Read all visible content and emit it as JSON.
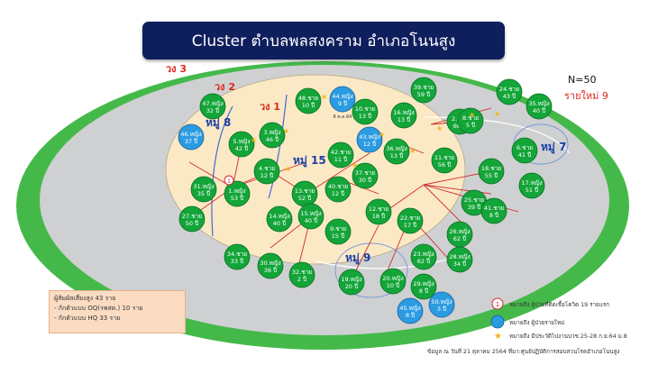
{
  "title": "Cluster ตำบลพลสงคราม อำเภอโนนสูง",
  "rings": {
    "r3": "วง 3",
    "r2": "วง 2",
    "r1": "วง 1"
  },
  "villages": {
    "m8": "หมู่ 8",
    "m15": "หมู่ 15",
    "m7": "หมู่ 7",
    "m9": "หมู่ 9"
  },
  "stats": {
    "n": "N=50",
    "new": "รายใหม่ 9"
  },
  "risk_box": {
    "title": "ผู้สัมผัสเสี่ยงสูง 43 ราย",
    "line1": "-    กักตัวแบบ OQ(รพสต.) 10 ราย",
    "line2": "-    กักตัวแบบ HQ 33 ราย"
  },
  "legend": {
    "item1": "หมายถึง ผู้ป่วยที่ติดเชื้อโควิด 19 รายแรก",
    "item2": "หมายถึง ผู้ป่วยรายใหม่",
    "item3": "หมายถึง มีประวัติไปงานบวช 25-28 ก.ย.64 ม.8"
  },
  "source": "ข้อมูล ณ วันที่ 21 ตุลาคม 2564 ที่มา:ศูนย์ปฏิบัติการสอบสวนโรคอำเภอโนนสูง",
  "index_case": "1",
  "colors": {
    "green": "#13a538",
    "blue": "#2b9be2",
    "outer": "#44b94a",
    "ring2": "#cfd0d2",
    "ring1": "#fbe9c5",
    "title_bg": "#0f1e5c"
  },
  "cases": [
    {
      "top": "44.หญิง",
      "bottom": "9 ปี",
      "sub": "8 ต.ค.64",
      "c": "b"
    },
    {
      "top": "39.ชาย",
      "bottom": "59 ปี",
      "sub": "",
      "c": "g"
    },
    {
      "top": "24.ชาย",
      "bottom": "43 ปี",
      "sub": "",
      "c": "g"
    },
    {
      "top": "35.หญิง",
      "bottom": "40 ปี",
      "sub": "",
      "c": "g"
    },
    {
      "top": "48.ชาย",
      "bottom": "10 ปี",
      "sub": "",
      "c": "g"
    },
    {
      "top": "47.หญิง",
      "bottom": "32 ปี",
      "sub": "",
      "c": "g"
    },
    {
      "top": "46.หญิง",
      "bottom": "37 ปี",
      "sub": "",
      "c": "b"
    },
    {
      "top": "10.ชาย",
      "bottom": "13 ปี",
      "sub": "",
      "c": "g"
    },
    {
      "top": "16.หญิง",
      "bottom": "13 ปี",
      "sub": "",
      "c": "g"
    },
    {
      "top": "2.ชาย",
      "bottom": "66 ปี",
      "sub": "",
      "c": "g"
    },
    {
      "top": "6.ชาย",
      "bottom": "41 ปี",
      "sub": "",
      "c": "g"
    },
    {
      "top": "5.หญิง",
      "bottom": "42 ปี",
      "sub": "",
      "c": "g"
    },
    {
      "top": "3.หญิง",
      "bottom": "46 ปี",
      "sub": "",
      "c": "g"
    },
    {
      "top": "8.ชาย",
      "bottom": "5 ปี",
      "sub": "",
      "c": "g"
    },
    {
      "top": "4.ชาย",
      "bottom": "12 ปี",
      "sub": "",
      "c": "g"
    },
    {
      "top": "42.ชาย",
      "bottom": "11 ปี",
      "sub": "",
      "c": "g"
    },
    {
      "top": "43.หญิง",
      "bottom": "12 ปี",
      "sub": "",
      "c": "b"
    },
    {
      "top": "36.หญิง",
      "bottom": "13 ปี",
      "sub": "",
      "c": "g"
    },
    {
      "top": "37.ชาย",
      "bottom": "30 ปี",
      "sub": "",
      "c": "g"
    },
    {
      "top": "11.ชาย",
      "bottom": "56 ปี",
      "sub": "",
      "c": "g"
    },
    {
      "top": "18.ชาย",
      "bottom": "55 ปี",
      "sub": "",
      "c": "g"
    },
    {
      "top": "17.หญิง",
      "bottom": "51 ปี",
      "sub": "",
      "c": "g"
    },
    {
      "top": "31.หญิง",
      "bottom": "35 ปี",
      "sub": "",
      "c": "g"
    },
    {
      "top": "1.หญิง",
      "bottom": "53 ปี",
      "sub": "",
      "c": "g"
    },
    {
      "top": "13.ชาย",
      "bottom": "52 ปี",
      "sub": "",
      "c": "g"
    },
    {
      "top": "40.ชาย",
      "bottom": "12 ปี",
      "sub": "",
      "c": "g"
    },
    {
      "top": "12.ชาย",
      "bottom": "18 ปี",
      "sub": "",
      "c": "g"
    },
    {
      "top": "25.ชาย",
      "bottom": "39 ปี",
      "sub": "",
      "c": "g"
    },
    {
      "top": "27.ชาย",
      "bottom": "50 ปี",
      "sub": "",
      "c": "g"
    },
    {
      "top": "15.หญิง",
      "bottom": "40 ปี",
      "sub": "",
      "c": "g"
    },
    {
      "top": "14.หญิง",
      "bottom": "40 ปี",
      "sub": "",
      "c": "g"
    },
    {
      "top": "9.ชาย",
      "bottom": "15 ปี",
      "sub": "",
      "c": "g"
    },
    {
      "top": "22.ชาย",
      "bottom": "17 ปี",
      "sub": "",
      "c": "g"
    },
    {
      "top": "41.ชาย",
      "bottom": "8 ปี",
      "sub": "",
      "c": "g"
    },
    {
      "top": "26.หญิง",
      "bottom": "62 ปี",
      "sub": "",
      "c": "g"
    },
    {
      "top": "34.ชาย",
      "bottom": "33 ปี",
      "sub": "",
      "c": "g"
    },
    {
      "top": "30.หญิง",
      "bottom": "36 ปี",
      "sub": "",
      "c": "g"
    },
    {
      "top": "32.ชาย",
      "bottom": "2 ปี",
      "sub": "",
      "c": "g"
    },
    {
      "top": "19.หญิง",
      "bottom": "20 ปี",
      "sub": "",
      "c": "g"
    },
    {
      "top": "20.หญิง",
      "bottom": "10 ปี",
      "sub": "",
      "c": "g"
    },
    {
      "top": "23.หญิง",
      "bottom": "62 ปี",
      "sub": "",
      "c": "g"
    },
    {
      "top": "28.หญิง",
      "bottom": "34 ปี",
      "sub": "",
      "c": "g"
    },
    {
      "top": "29.หญิง",
      "bottom": "8 ปี",
      "sub": "",
      "c": "g"
    },
    {
      "top": "45.หญิง",
      "bottom": "8 ปี",
      "sub": "",
      "c": "b"
    },
    {
      "top": "50.หญิง",
      "bottom": "3 ปี",
      "sub": "",
      "c": "b"
    }
  ]
}
